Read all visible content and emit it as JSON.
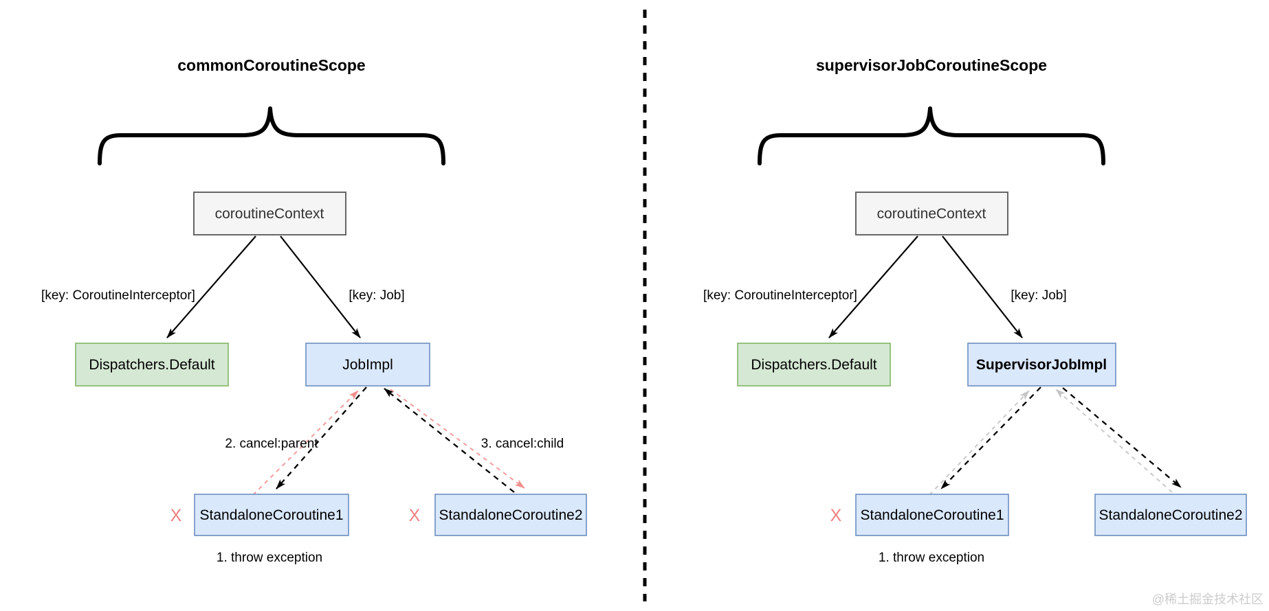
{
  "watermark": "@稀土掘金技术社区",
  "colors": {
    "context_fill": "#f5f5f5",
    "context_border": "#666666",
    "context_text": "#333333",
    "dispatcher_fill": "#d5e8d4",
    "dispatcher_border": "#82b366",
    "job_fill": "#dae8fc",
    "job_border": "#6c8ebf",
    "cancel_arrow_pink": "#f19c9b",
    "fail_mark_pink": "#f08080",
    "inactive_arrow_gray": "#c9c9c9",
    "link_black": "#000000",
    "watermark_gray": "#cccccc"
  },
  "left_panel": {
    "title": "commonCoroutineScope",
    "context_box": "coroutineContext",
    "edge_labels": {
      "interceptor": "[key: CoroutineInterceptor]",
      "job": "[key: Job]"
    },
    "dispatcher_box": "Dispatchers.Default",
    "job_box": "JobImpl",
    "child1_box": "StandaloneCoroutine1",
    "child2_box": "StandaloneCoroutine2",
    "fail_mark_child1": "X",
    "fail_mark_child2": "X",
    "steps": {
      "throw_exception": "1. throw exception",
      "cancel_parent": "2. cancel:parent",
      "cancel_child": "3. cancel:child"
    }
  },
  "right_panel": {
    "title": "supervisorJobCoroutineScope",
    "context_box": "coroutineContext",
    "edge_labels": {
      "interceptor": "[key: CoroutineInterceptor]",
      "job": "[key: Job]"
    },
    "dispatcher_box": "Dispatchers.Default",
    "job_box": "SupervisorJobImpl",
    "child1_box": "StandaloneCoroutine1",
    "child2_box": "StandaloneCoroutine2",
    "fail_mark_child1": "X",
    "steps": {
      "throw_exception": "1. throw exception"
    }
  }
}
